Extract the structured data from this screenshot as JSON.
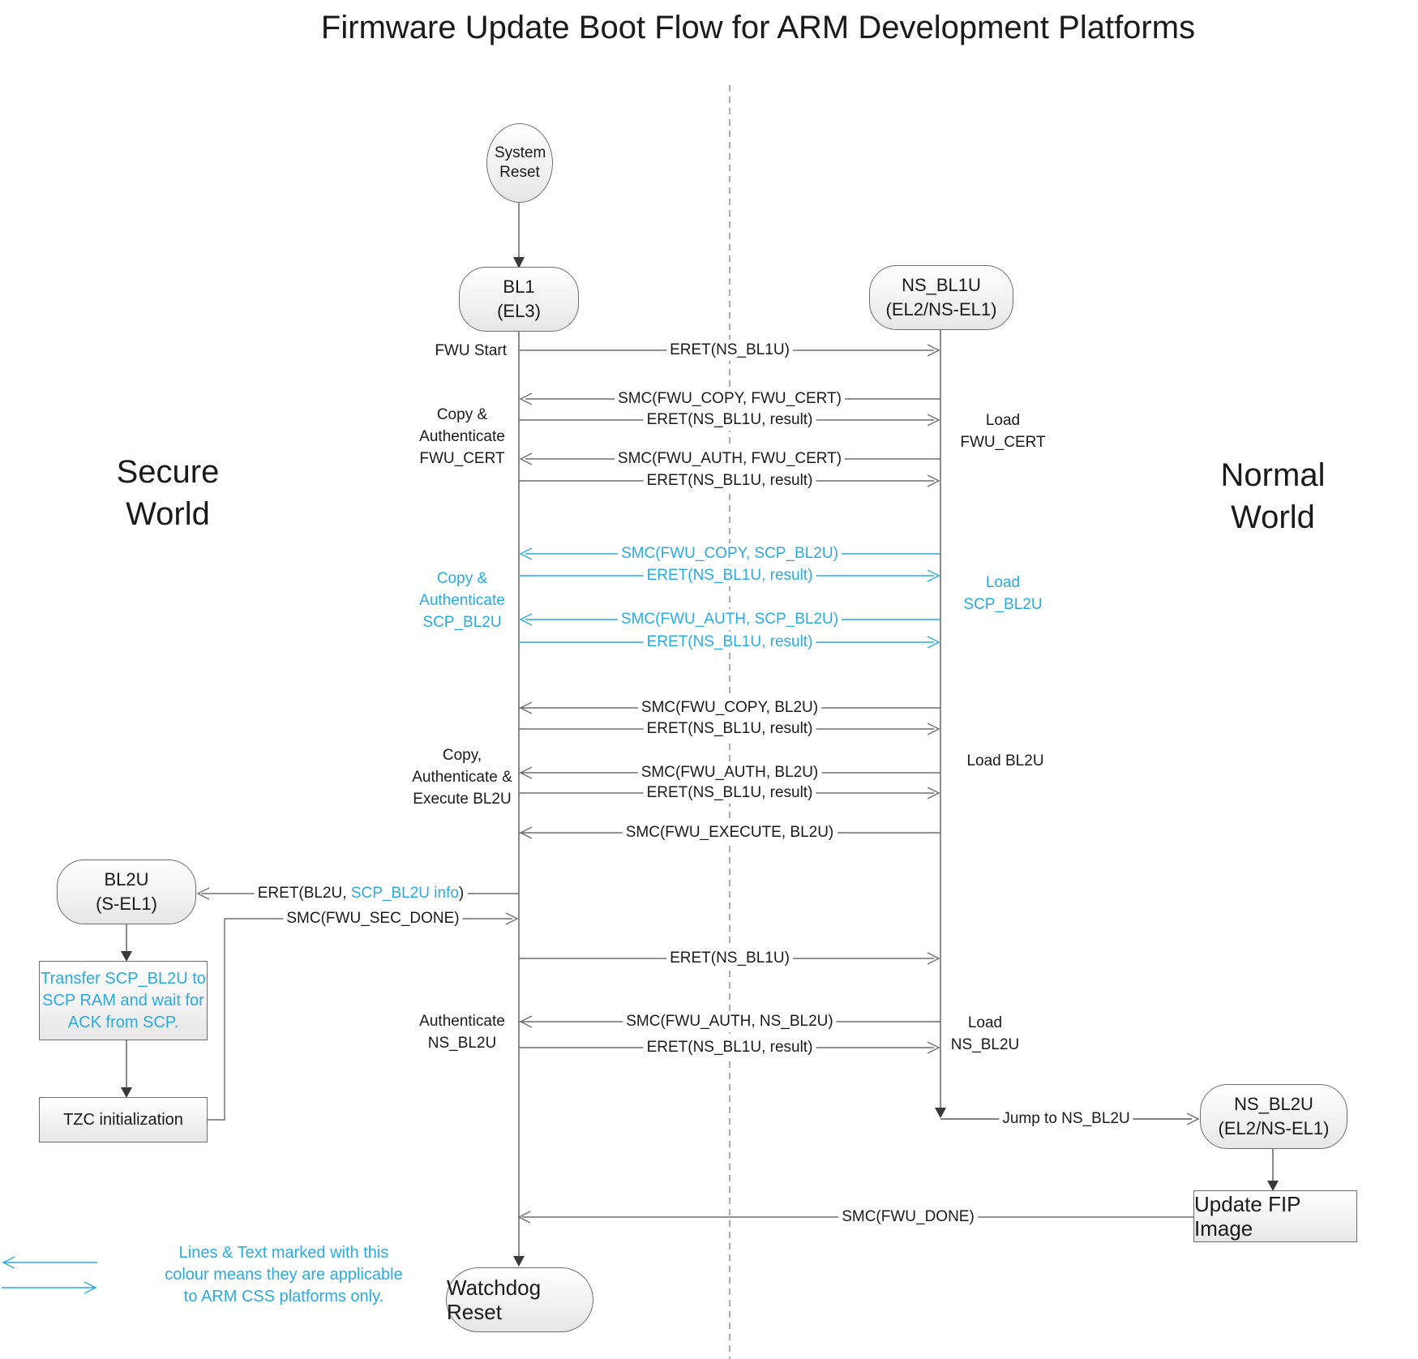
{
  "title": "Firmware Update Boot Flow for ARM Development Platforms",
  "colors": {
    "accent": "#29ABE2",
    "line": "#6e6e6e",
    "text": "#1a1a1a"
  },
  "worlds": {
    "secure": "Secure\nWorld",
    "normal": "Normal\nWorld"
  },
  "nodes": {
    "system_reset": {
      "label": "System Reset"
    },
    "bl1": {
      "name": "BL1",
      "level": "(EL3)"
    },
    "ns_bl1u": {
      "name": "NS_BL1U",
      "level": "(EL2/NS-EL1)"
    },
    "bl2u": {
      "name": "BL2U",
      "level": "(S-EL1)"
    },
    "ns_bl2u": {
      "name": "NS_BL2U",
      "level": "(EL2/NS-EL1)"
    },
    "watchdog_reset": {
      "label": "Watchdog Reset"
    },
    "update_fip": {
      "label": "Update FIP Image"
    },
    "transfer_scp": {
      "label": "Transfer SCP_BL2U to\nSCP RAM and wait for\nACK from SCP."
    },
    "tzc_init": {
      "label": "TZC initialization"
    }
  },
  "messages": [
    {
      "label": "ERET(NS_BL1U)"
    },
    {
      "label": "SMC(FWU_COPY, FWU_CERT)"
    },
    {
      "label": "ERET(NS_BL1U, result)"
    },
    {
      "label": "SMC(FWU_AUTH, FWU_CERT)"
    },
    {
      "label": "ERET(NS_BL1U, result)"
    },
    {
      "label": "SMC(FWU_COPY, SCP_BL2U)"
    },
    {
      "label": "ERET(NS_BL1U, result)"
    },
    {
      "label": "SMC(FWU_AUTH, SCP_BL2U)"
    },
    {
      "label": "ERET(NS_BL1U, result)"
    },
    {
      "label": "SMC(FWU_COPY, BL2U)"
    },
    {
      "label": "ERET(NS_BL1U, result)"
    },
    {
      "label": "SMC(FWU_AUTH, BL2U)"
    },
    {
      "label": "ERET(NS_BL1U, result)"
    },
    {
      "label": "SMC(FWU_EXECUTE, BL2U)"
    },
    {
      "label": "SMC(FWU_SEC_DONE)"
    },
    {
      "label": "ERET(NS_BL1U)"
    },
    {
      "label": "SMC(FWU_AUTH, NS_BL2U)"
    },
    {
      "label": "ERET(NS_BL1U, result)"
    },
    {
      "label": "SMC(FWU_DONE)"
    },
    {
      "label": "Jump to NS_BL2U"
    }
  ],
  "eret_bl2u": {
    "prefix": "ERET(BL2U, ",
    "highlight": "SCP_BL2U info",
    "suffix": ")"
  },
  "annotations": {
    "fwu_start": "FWU Start",
    "copy_auth_fwu_cert": "Copy &\nAuthenticate\nFWU_CERT",
    "load_fwu_cert": "Load\nFWU_CERT",
    "copy_auth_scp_bl2u": "Copy &\nAuthenticate\nSCP_BL2U",
    "load_scp_bl2u": "Load\nSCP_BL2U",
    "copy_auth_exec_bl2u": "Copy,\nAuthenticate &\nExecute BL2U",
    "load_bl2u": "Load BL2U",
    "authenticate_ns_bl2u": "Authenticate\nNS_BL2U",
    "load_ns_bl2u": "Load\nNS_BL2U"
  },
  "legend": {
    "text": "Lines & Text marked with this\ncolour means they are applicable\nto ARM CSS platforms only."
  }
}
